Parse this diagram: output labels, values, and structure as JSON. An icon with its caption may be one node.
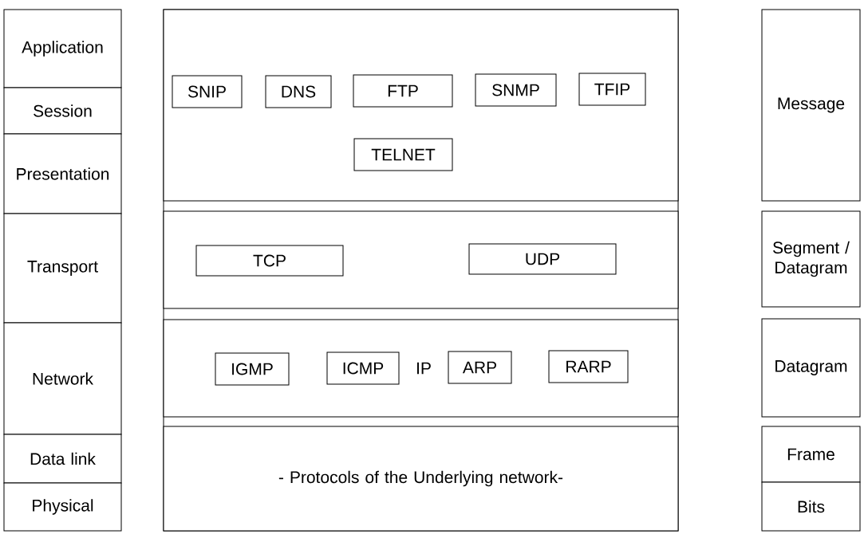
{
  "diagram": {
    "nodes": [
      {
        "text": [
          "Application"
        ]
      },
      {
        "text": [
          "Session"
        ]
      },
      {
        "text": [
          "Presentation"
        ]
      },
      {
        "text": [
          "Transport"
        ]
      },
      {
        "text": [
          "Network"
        ]
      },
      {
        "text": [
          "Data link"
        ]
      },
      {
        "text": [
          "Physical"
        ]
      },
      {
        "text": [],
        "shape": "box"
      },
      {
        "text": [
          "SNIP"
        ],
        "in": 7
      },
      {
        "text": [
          "DNS"
        ],
        "in": 7
      },
      {
        "text": [
          "FTP"
        ],
        "in": 7
      },
      {
        "text": [
          "SNMP"
        ],
        "in": 7
      },
      {
        "text": [
          "TFIP"
        ],
        "in": 7
      },
      {
        "text": [
          "TELNET"
        ],
        "in": 7
      },
      {
        "text": [],
        "shape": "box"
      },
      {
        "text": [
          "TCP"
        ],
        "in": 14
      },
      {
        "text": [
          "UDP"
        ],
        "in": 14
      },
      {
        "text": [],
        "shape": "box"
      },
      {
        "text": [
          "IGMP"
        ],
        "in": 17
      },
      {
        "text": [
          "ICMP"
        ],
        "in": 17
      },
      {
        "text": [
          "ARP"
        ],
        "in": 17
      },
      {
        "text": [
          "RARP"
        ],
        "in": 17
      },
      {
        "text": [
          "- Protocols of the Underlying network-"
        ]
      },
      {
        "text": [
          "Message"
        ]
      },
      {
        "text": [
          "Segment / Datagram"
        ]
      },
      {
        "text": [
          "Datagram"
        ]
      },
      {
        "text": [
          "Frame"
        ]
      },
      {
        "text": [
          "Bits"
        ]
      }
    ],
    "edges": [],
    "labels": [
      "IP"
    ]
  }
}
